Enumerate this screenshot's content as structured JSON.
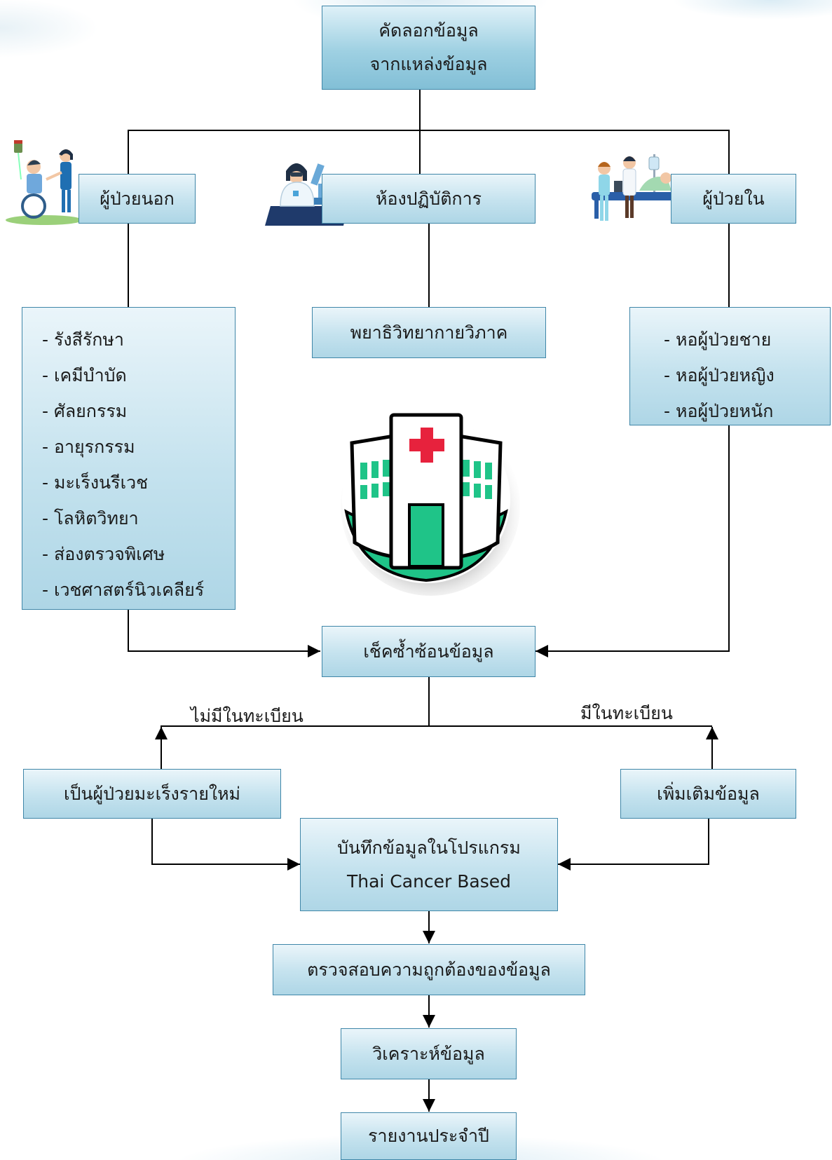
{
  "colors": {
    "box_border": "#3f86a8",
    "box_fill_light": "#eaf5fa",
    "box_fill_dark": "#9ed0e2",
    "connector": "#000000",
    "hospital_green": "#1fc488",
    "hospital_cross": "#e7223d"
  },
  "nodes": {
    "copy_data": {
      "line1": "คัดลอกข้อมูล",
      "line2": "จากแหล่งข้อมูล"
    },
    "outpatient": "ผู้ป่วยนอก",
    "laboratory": "ห้องปฏิบัติการ",
    "inpatient": "ผู้ป่วยใน",
    "outpatient_units": [
      "- รังสีรักษา",
      "- เคมีบำบัด",
      "- ศัลยกรรม",
      "- อายุรกรรม",
      "- มะเร็งนรีเวช",
      "- โลหิตวิทยา",
      "- ส่องตรวจพิเศษ",
      "- เวชศาสตร์นิวเคลียร์"
    ],
    "lab_unit": "พยาธิวิทยากายวิภาค",
    "inpatient_units": [
      "- หอผู้ป่วยชาย",
      "- หอผู้ป่วยหญิง",
      "- หอผู้ป่วยหนัก"
    ],
    "duplicate_check": "เช็คซ้ำซ้อนข้อมูล",
    "new_patient": "เป็นผู้ป่วยมะเร็งรายใหม่",
    "add_info": "เพิ่มเติมข้อมูล",
    "record": {
      "line1": "บันทึกข้อมูลในโปรแกรม",
      "line2": "Thai Cancer Based"
    },
    "verify": "ตรวจสอบความถูกต้องของข้อมูล",
    "analyze": "วิเคราะห์ข้อมูล",
    "annual_report": "รายงานประจำปี"
  },
  "edges": {
    "not_registered": "ไม่มีในทะเบียน",
    "registered": "มีในทะเบียน"
  },
  "icons": {
    "outpatient": "wheelchair-patient-icon",
    "laboratory": "scientist-microscope-icon",
    "inpatient": "hospital-bed-icon",
    "hospital": "hospital-building-icon"
  }
}
